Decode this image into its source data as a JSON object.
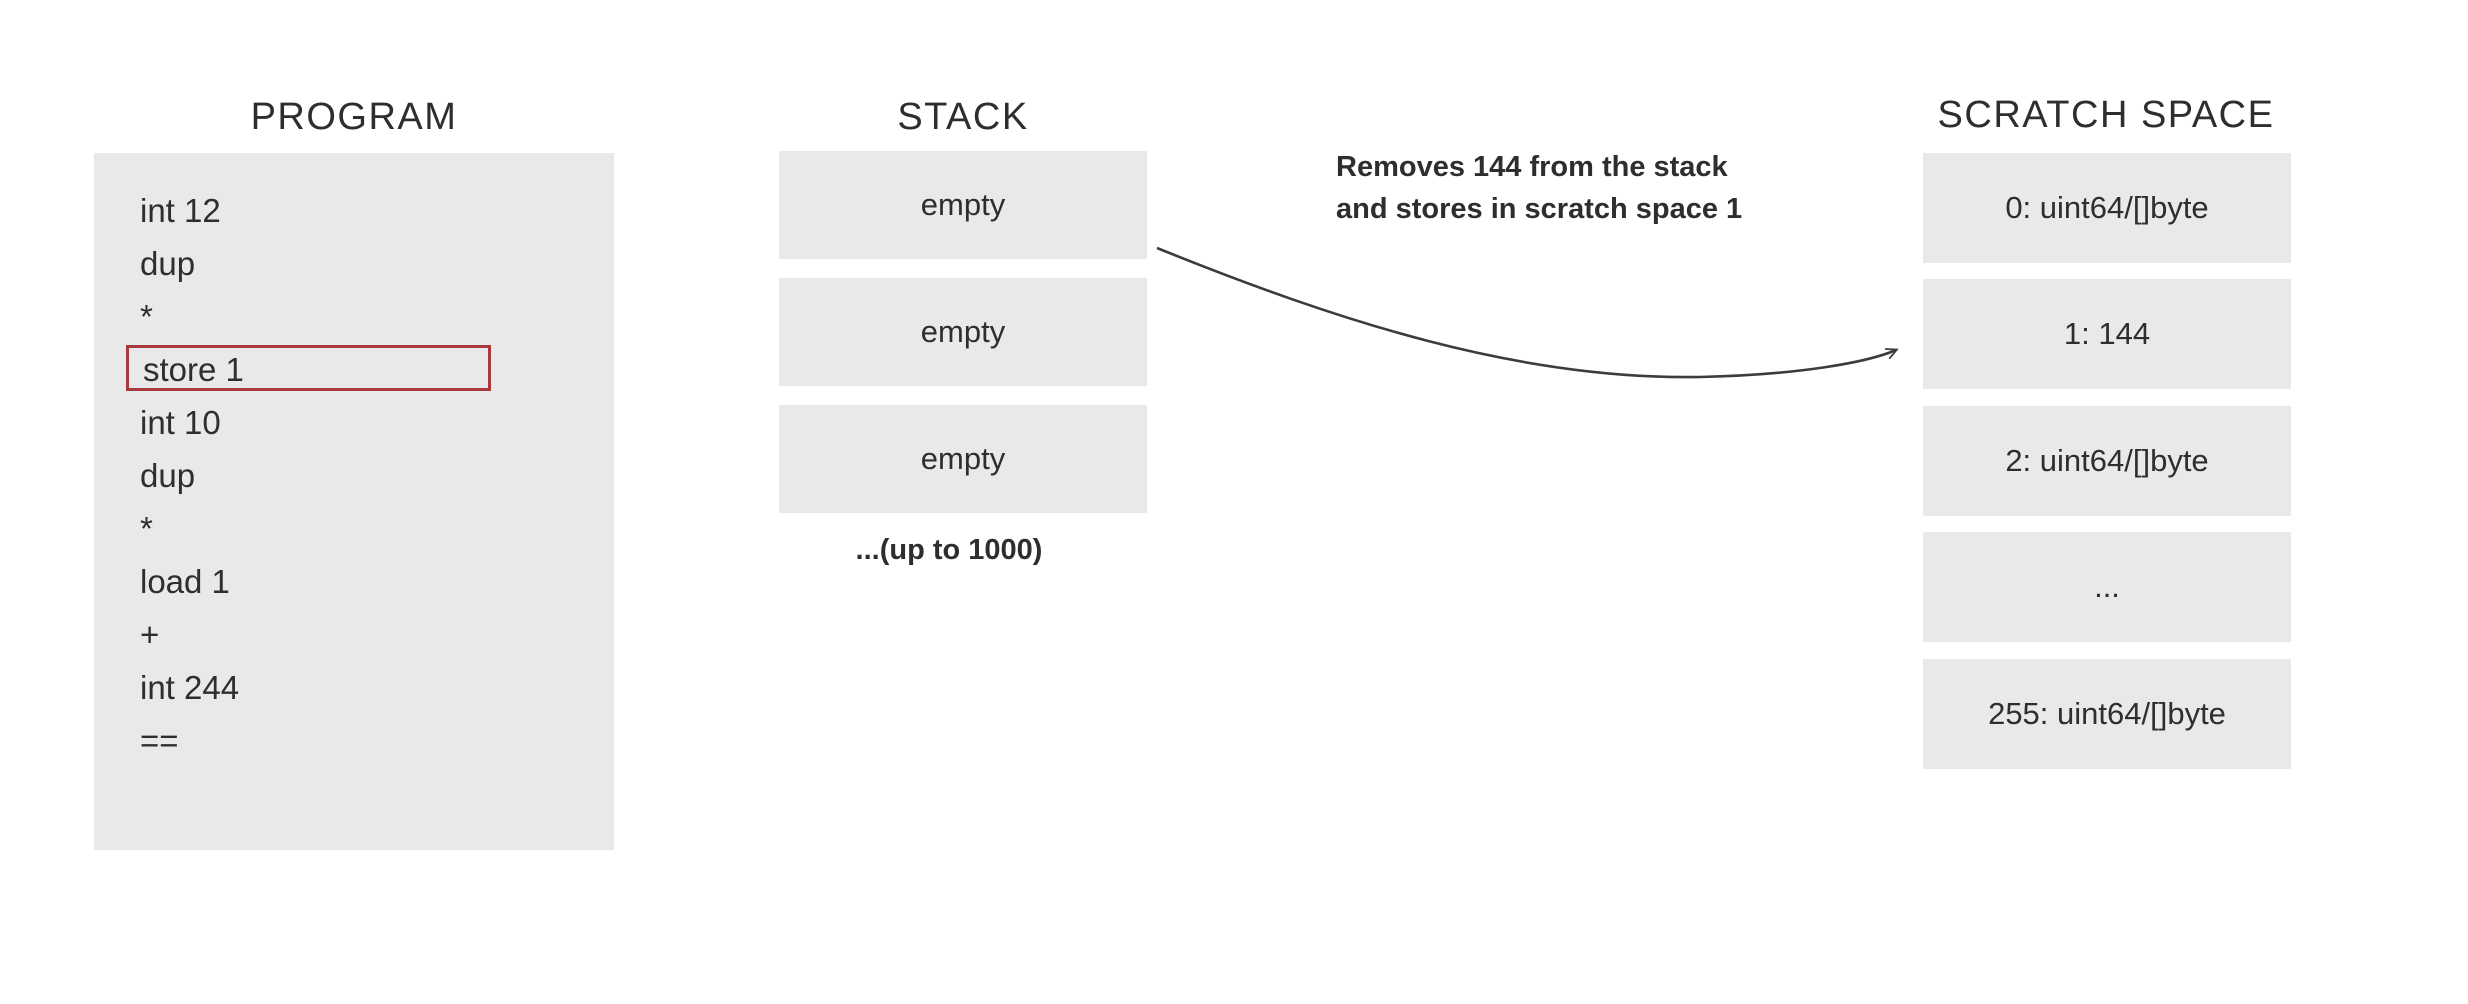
{
  "diagram": {
    "program": {
      "title": "PROGRAM",
      "lines": [
        "int 12",
        "dup",
        "*",
        "store 1",
        "int 10",
        "dup",
        "*",
        "load 1",
        "+",
        "int 244",
        "=="
      ],
      "highlighted_line": "store 1",
      "highlighted_index": 3
    },
    "stack": {
      "title": "STACK",
      "slots": [
        "empty",
        "empty",
        "empty"
      ],
      "note": "...(up to 1000)"
    },
    "annotation": {
      "line1": "Removes 144 from the stack",
      "line2": "and stores in scratch space 1"
    },
    "scratch": {
      "title": "SCRATCH SPACE",
      "slots": [
        "0: uint64/[]byte",
        "1: 144",
        "2: uint64/[]byte",
        "...",
        "255: uint64/[]byte"
      ]
    },
    "colors": {
      "box_fill": "#e9e9eb",
      "text": "#2e2e2e",
      "highlight_border": "#a83a3c",
      "arrow": "#3c3c3c"
    }
  }
}
